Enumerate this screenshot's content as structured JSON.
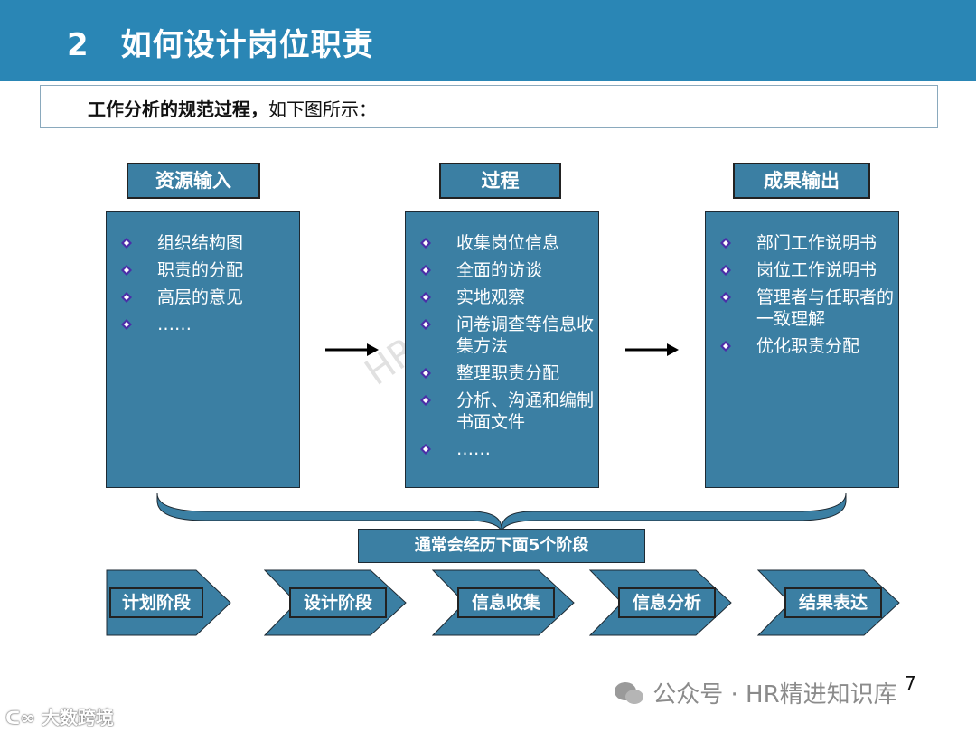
{
  "header": {
    "title": "2　如何设计岗位职责"
  },
  "subtitle": {
    "bold": "工作分析的规范过程，",
    "rest": "如下图所示："
  },
  "columns": [
    {
      "label": "资源输入",
      "items": [
        "组织结构图",
        "职责的分配",
        "高层的意见",
        "……"
      ]
    },
    {
      "label": "过程",
      "items": [
        "收集岗位信息",
        "全面的访谈",
        "实地观察",
        "问卷调查等信息收集方法",
        "整理职责分配",
        "分析、沟通和编制书面文件",
        "……"
      ]
    },
    {
      "label": "成果输出",
      "items": [
        "部门工作说明书",
        "岗位工作说明书",
        "管理者与任职者的一致理解",
        "优化职责分配"
      ]
    }
  ],
  "stages": {
    "label": "通常会经历下面5个阶段",
    "items": [
      "计划阶段",
      "设计阶段",
      "信息收集",
      "信息分析",
      "结果表达"
    ]
  },
  "page_number": "7",
  "watermark": {
    "footer": "公众号 · HR精进知识库",
    "corner": "大数跨境",
    "diagonal": "HR精进知识库"
  },
  "colors": {
    "header": "#2a86b5",
    "box": "#3b7fa3",
    "bullet": "#4b2ea8"
  }
}
